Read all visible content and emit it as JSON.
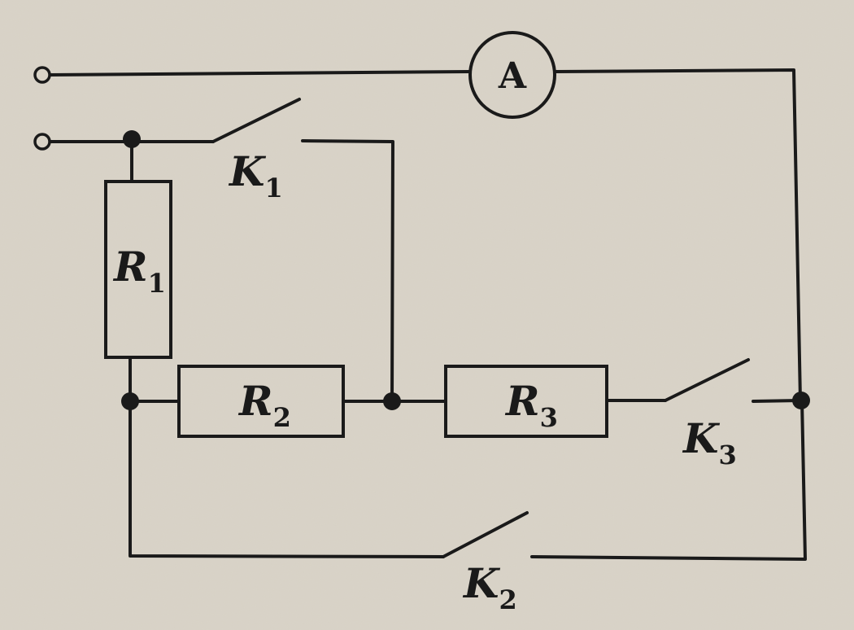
{
  "diagram": {
    "ammeter": {
      "symbol": "A"
    },
    "resistors": [
      {
        "id": "r1",
        "main": "R",
        "sub": "1"
      },
      {
        "id": "r2",
        "main": "R",
        "sub": "2"
      },
      {
        "id": "r3",
        "main": "R",
        "sub": "3"
      }
    ],
    "switches": [
      {
        "id": "k1",
        "main": "K",
        "sub": "1"
      },
      {
        "id": "k2",
        "main": "K",
        "sub": "2"
      },
      {
        "id": "k3",
        "main": "K",
        "sub": "3"
      }
    ]
  }
}
